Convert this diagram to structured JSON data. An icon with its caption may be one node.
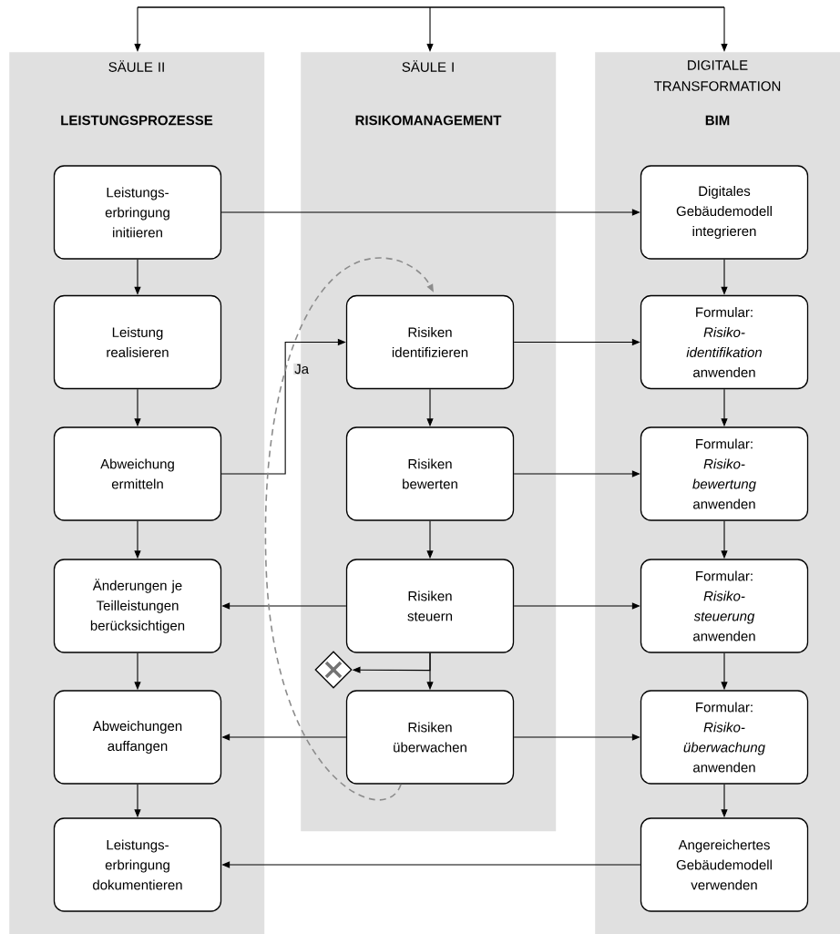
{
  "diagram": {
    "nodes": [
      {
        "text": [
          "SÄULE II",
          "LEISTUNGSPROZESSE"
        ]
      },
      {
        "text": [
          "SÄULE I",
          "RISIKOMANAGEMENT"
        ]
      },
      {
        "text": [
          "DIGITALE TRANSFORMATION",
          "BIM"
        ]
      },
      {
        "text": [
          "Leistungs- erbringung initiieren"
        ],
        "in": 0
      },
      {
        "text": [
          "Leistung realisieren"
        ],
        "in": 0
      },
      {
        "text": [
          "Abweichung ermitteln"
        ],
        "in": 0
      },
      {
        "text": [
          "Änderungen je Teilleistungen berücksichtigen"
        ],
        "in": 0
      },
      {
        "text": [
          "Abweichungen auffangen"
        ],
        "in": 0
      },
      {
        "text": [
          "Leistungs- erbringung dokumentieren"
        ],
        "in": 0
      },
      {
        "text": [
          "Risiken identifizieren"
        ],
        "in": 1
      },
      {
        "text": [
          "Risiken bewerten"
        ],
        "in": 1
      },
      {
        "text": [
          "Risiken steuern"
        ],
        "in": 1
      },
      {
        "text": [],
        "shape": "diamond",
        "in": 1
      },
      {
        "text": [
          "Risiken überwachen"
        ],
        "in": 1
      },
      {
        "text": [
          "Digitales Gebäudemodell integrieren"
        ],
        "in": 2
      },
      {
        "text": [
          "Formular: *Risiko- identifikation* anwenden"
        ],
        "in": 2
      },
      {
        "text": [
          "Formular: *Risiko- bewertung* anwenden"
        ],
        "in": 2
      },
      {
        "text": [
          "Formular: *Risiko- steuerung* anwenden"
        ],
        "in": 2
      },
      {
        "text": [
          "Formular: *Risiko- überwachung* anwenden"
        ],
        "in": 2
      },
      {
        "text": [
          "Angereichertes Gebäudemodell verwenden"
        ],
        "in": 2
      }
    ],
    "edges": [
      {
        "from": null,
        "to": 0,
        "arrow": "to"
      },
      {
        "from": null,
        "to": 1,
        "arrow": "to"
      },
      {
        "from": null,
        "to": 2,
        "arrow": "to"
      },
      {
        "from": 3,
        "to": 4,
        "arrow": "to"
      },
      {
        "from": 4,
        "to": 5,
        "arrow": "to"
      },
      {
        "from": 5,
        "to": 6,
        "arrow": "to"
      },
      {
        "from": 6,
        "to": 7,
        "arrow": "to"
      },
      {
        "from": 7,
        "to": 8,
        "arrow": "to"
      },
      {
        "from": 3,
        "to": 14,
        "arrow": "to"
      },
      {
        "from": 5,
        "to": 9,
        "arrow": "to",
        "label": "Ja"
      },
      {
        "from": 9,
        "to": 10,
        "arrow": "to"
      },
      {
        "from": 10,
        "to": 11,
        "arrow": "to"
      },
      {
        "from": 11,
        "to": 13,
        "arrow": "to"
      },
      {
        "from": 11,
        "to": 12,
        "arrow": "to"
      },
      {
        "from": 9,
        "to": 15,
        "arrow": "to"
      },
      {
        "from": 10,
        "to": 16,
        "arrow": "to"
      },
      {
        "from": 11,
        "to": 17,
        "arrow": "to"
      },
      {
        "from": 13,
        "to": 18,
        "arrow": "to"
      },
      {
        "from": 11,
        "to": 6,
        "arrow": "to"
      },
      {
        "from": 13,
        "to": 7,
        "arrow": "to"
      },
      {
        "from": 14,
        "to": 15,
        "arrow": "to"
      },
      {
        "from": 15,
        "to": 16,
        "arrow": "to"
      },
      {
        "from": 16,
        "to": 17,
        "arrow": "to"
      },
      {
        "from": 17,
        "to": 18,
        "arrow": "to"
      },
      {
        "from": 18,
        "to": 19,
        "arrow": "to"
      },
      {
        "from": 19,
        "to": 8,
        "arrow": "to"
      },
      {
        "from": 13,
        "to": 9,
        "arrow": "to",
        "style": "dashed",
        "color": "#8c8c8c"
      }
    ]
  }
}
